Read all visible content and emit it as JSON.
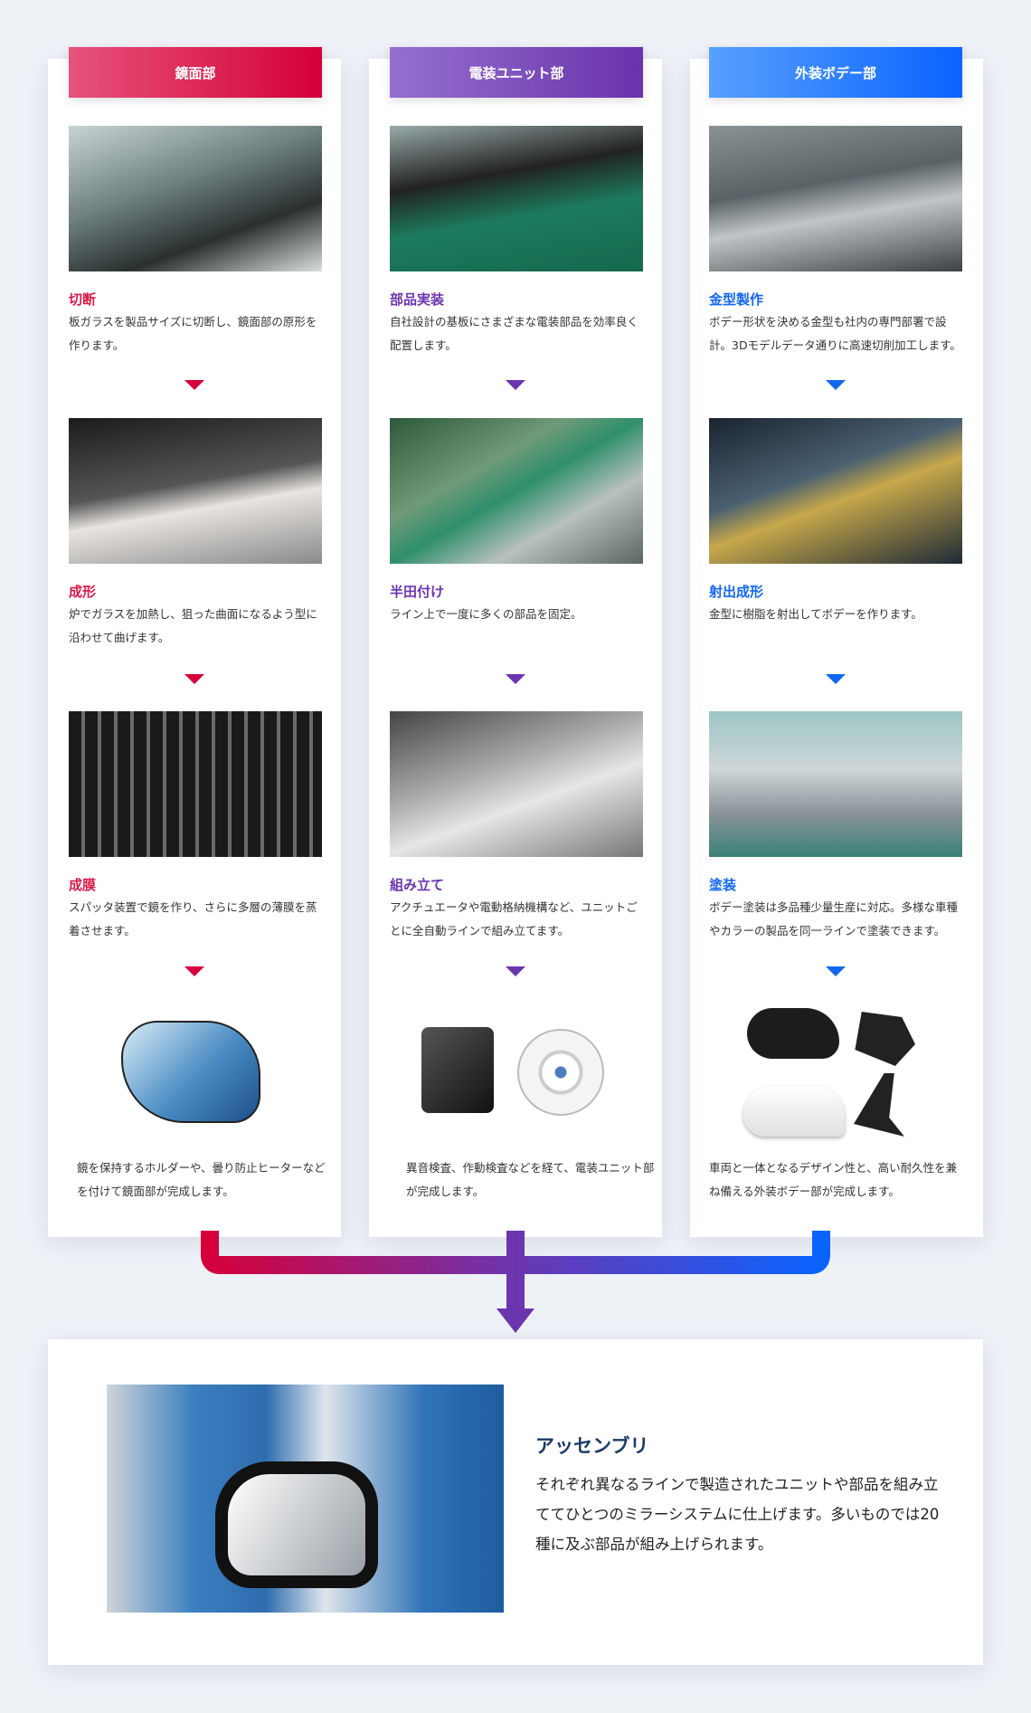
{
  "columns": [
    {
      "header": "鏡面部",
      "steps": [
        {
          "title": "切断",
          "desc": "板ガラスを製品サイズに切断し、鏡面部の原形を作ります。"
        },
        {
          "title": "成形",
          "desc": "炉でガラスを加熱し、狙った曲面になるよう型に沿わせて曲げます。"
        },
        {
          "title": "成膜",
          "desc": "スパッタ装置で鏡を作り、さらに多層の薄膜を蒸着させます。"
        }
      ],
      "final": "鏡を保持するホルダーや、曇り防止ヒーターなどを付けて鏡面部が完成します。"
    },
    {
      "header": "電装ユニット部",
      "steps": [
        {
          "title": "部品実装",
          "desc": "自社設計の基板にさまざまな電装部品を効率良く配置します。"
        },
        {
          "title": "半田付け",
          "desc": "ライン上で一度に多くの部品を固定。"
        },
        {
          "title": "組み立て",
          "desc": "アクチュエータや電動格納機構など、ユニットごとに全自動ラインで組み立てます。"
        }
      ],
      "final": "異音検査、作動検査などを経て、電装ユニット部が完成します。"
    },
    {
      "header": "外装ボデー部",
      "steps": [
        {
          "title": "金型製作",
          "desc": "ボデー形状を決める金型も社内の専門部署で設計。3Dモデルデータ通りに高速切削加工します。"
        },
        {
          "title": "射出成形",
          "desc": "金型に樹脂を射出してボデーを作ります。"
        },
        {
          "title": "塗装",
          "desc": "ボデー塗装は多品種少量生産に対応。多様な車種やカラーの製品を同一ラインで塗装できます。"
        }
      ],
      "final": "車両と一体となるデザイン性と、高い耐久性を兼ね備える外装ボデー部が完成します。"
    }
  ],
  "assembly": {
    "title": "アッセンブリ",
    "desc": "それぞれ異なるラインで製造されたユニットや部品を組み立ててひとつのミラーシステムに仕上げます。多いものでは20種に及ぶ部品が組み上げられます。"
  },
  "colors": {
    "mirror": "#d5003a",
    "electric": "#6c35b0",
    "body": "#1267f0",
    "navy": "#1c3a66"
  }
}
